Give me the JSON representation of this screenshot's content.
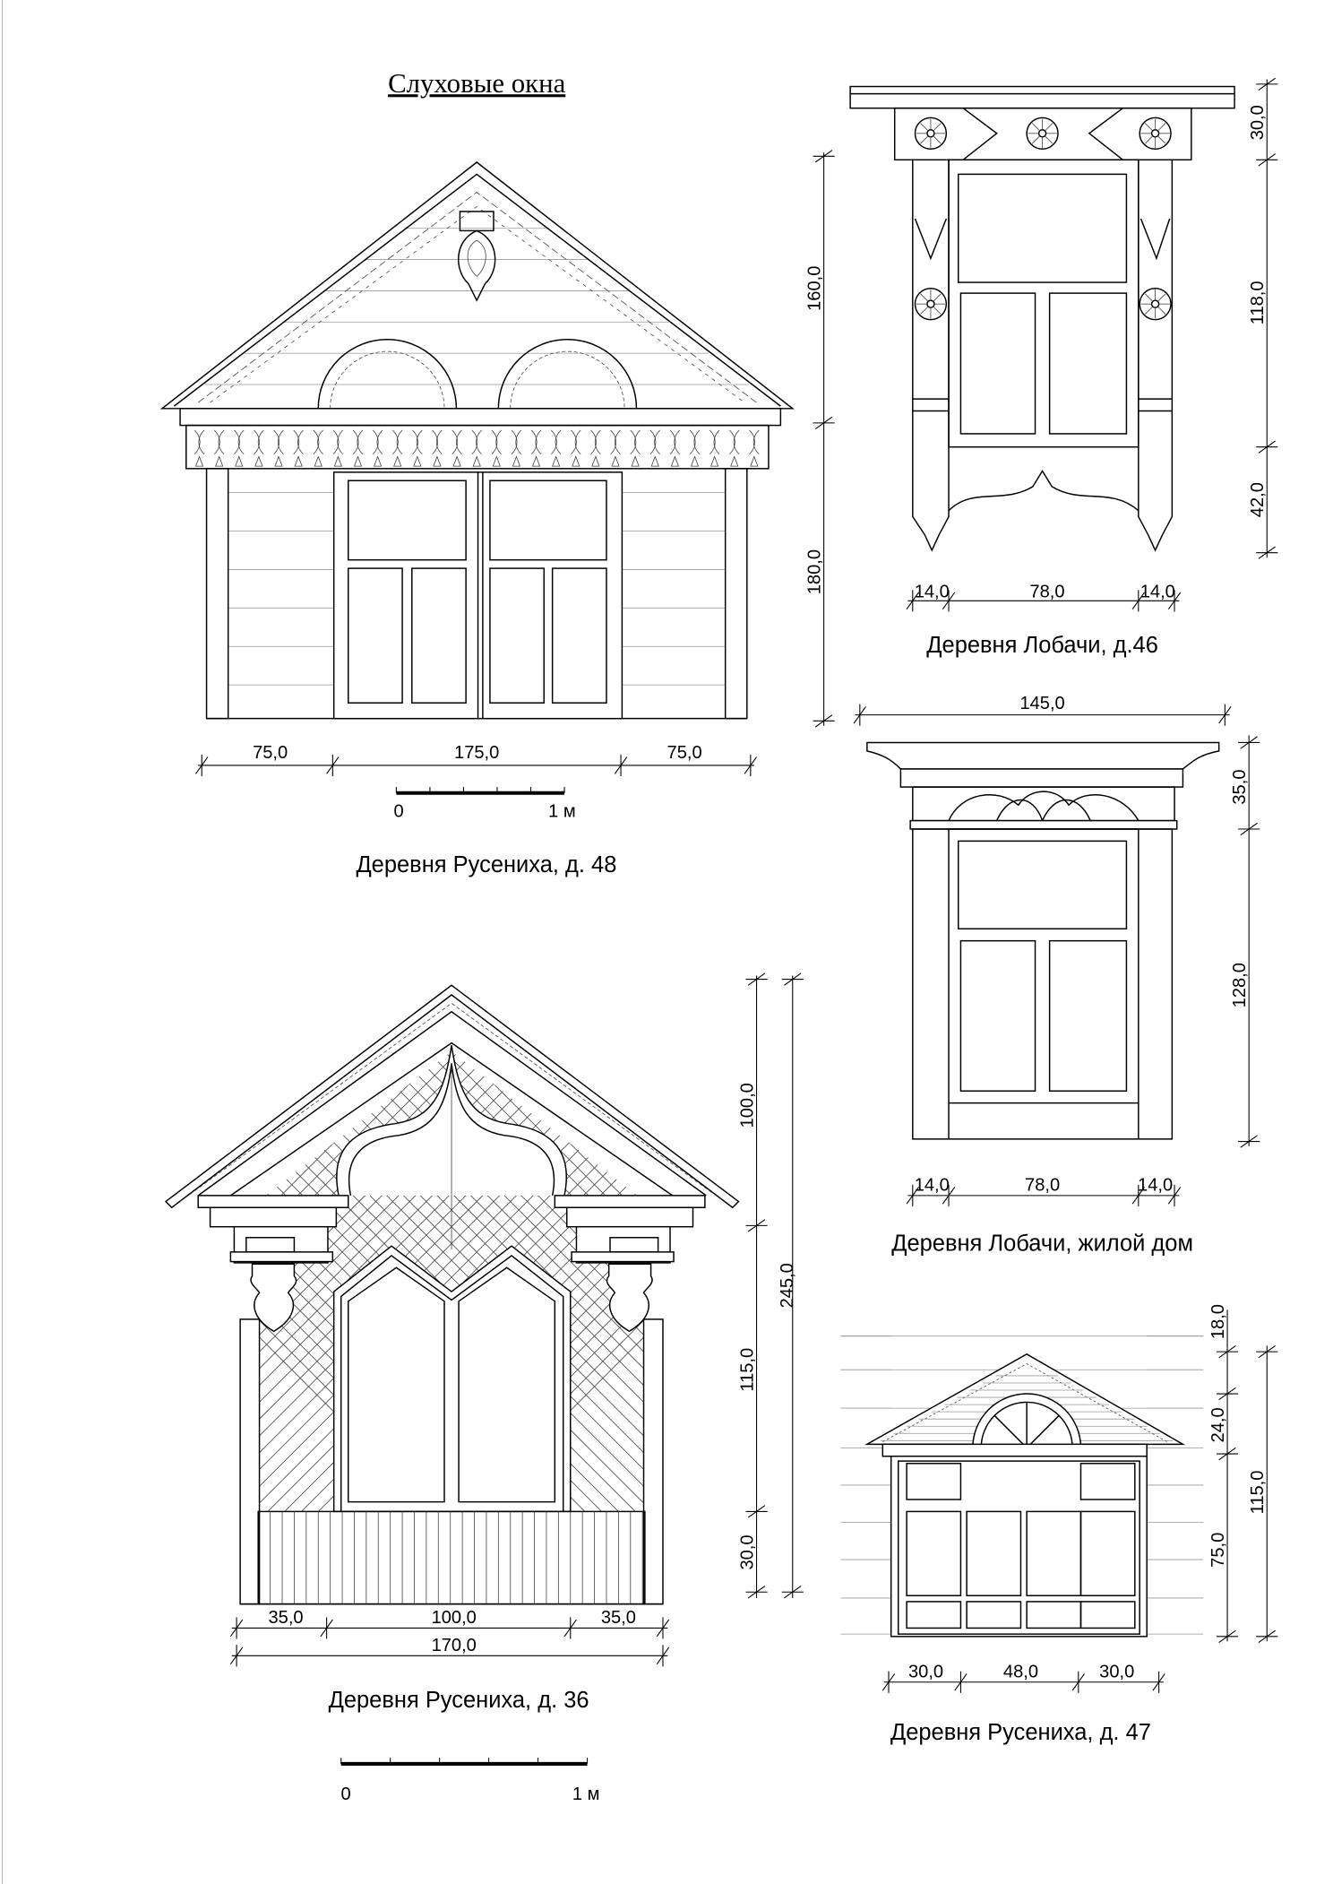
{
  "title": "Слуховые окна",
  "drawings": {
    "rusenikha48": {
      "caption": "Деревня Русениха, д. 48",
      "dims_h": [
        "75,0",
        "175,0",
        "75,0"
      ],
      "dims_v": [
        "160,0",
        "180,0"
      ],
      "scale": {
        "zero": "0",
        "one": "1 м"
      }
    },
    "lobachi46": {
      "caption": "Деревня Лобачи, д.46",
      "dims_h": [
        "14,0",
        "78,0",
        "14,0"
      ],
      "dims_v": [
        "30,0",
        "118,0",
        "42,0"
      ]
    },
    "lobachi_house": {
      "caption": "Деревня Лобачи, жилой дом",
      "dim_top": "145,0",
      "dims_h": [
        "14,0",
        "78,0",
        "14,0"
      ],
      "dims_v": [
        "35,0",
        "128,0"
      ]
    },
    "rusenikha36": {
      "caption": "Деревня Русениха, д. 36",
      "dims_h": [
        "35,0",
        "100,0",
        "35,0"
      ],
      "dim_total": "170,0",
      "dims_v": [
        "100,0",
        "115,0",
        "30,0"
      ],
      "dim_v_total": "245,0",
      "scale": {
        "zero": "0",
        "one": "1 м"
      }
    },
    "rusenikha47": {
      "caption": "Деревня Русениха, д. 47",
      "dims_h": [
        "30,0",
        "48,0",
        "30,0"
      ],
      "dims_v": [
        "18,0",
        "24,0",
        "75,0"
      ],
      "dim_v_total": "115,0"
    }
  }
}
